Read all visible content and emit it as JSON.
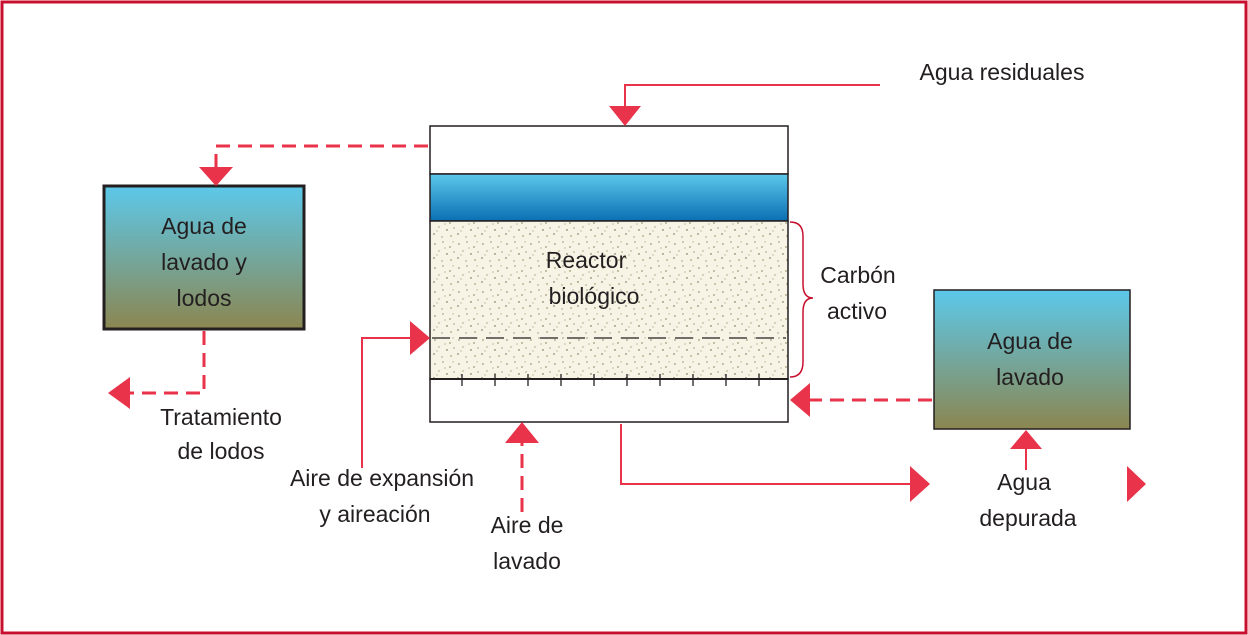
{
  "colors": {
    "frame": "#c8102e",
    "arrow": "#e8334a",
    "water_top": "#1e8fce",
    "tank_top": "#5cc8ea",
    "tank_bottom": "#8b8650",
    "outline": "#231f20",
    "sand": "#f5f2e4"
  },
  "labels": {
    "agua_residuales": "Agua residuales",
    "reactor_line1": "Reactor",
    "reactor_line2": "biológico",
    "carbon_line1": "Carbón",
    "carbon_line2": "activo",
    "tank_left_line1": "Agua de",
    "tank_left_line2": "lavado y",
    "tank_left_line3": "lodos",
    "tank_right_line1": "Agua de",
    "tank_right_line2": "lavado",
    "tratamiento_line1": "Tratamiento",
    "tratamiento_line2": "de lodos",
    "aire_exp_line1": "Aire de expansión",
    "aire_exp_line2": "y aireación",
    "aire_lav_line1": "Aire de",
    "aire_lav_line2": "lavado",
    "depurada_line1": "Agua",
    "depurada_line2": "depurada"
  }
}
